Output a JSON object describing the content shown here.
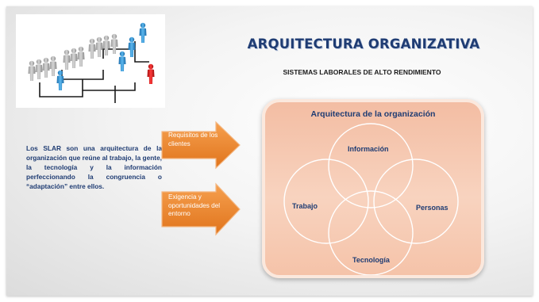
{
  "title": "ARQUITECTURA ORGANIZATIVA",
  "subtitle": "SISTEMAS LABORALES DE ALTO RENDIMIENTO",
  "description": "Los SLAR son una arquitectura de la organización que reúne al trabajo, la gente, la tecnología y la información perfeccionando la congruencia o “adaptación” entre ellos.",
  "arrows": [
    {
      "label": "Requisitos de los clientes"
    },
    {
      "label": "Exigencia y oportunidades del entorno"
    }
  ],
  "panel": {
    "title": "Arquitectura de la organización",
    "circles": [
      "Información",
      "Trabajo",
      "Personas",
      "Tecnología"
    ]
  },
  "colors": {
    "title": "#1f3c73",
    "arrow": "#f08a2c",
    "panel": "#f6c6ad",
    "accent_figure": "#e01e1e",
    "blue_figure": "#2a8fd0"
  },
  "icons": {
    "hero": "org-chart-people-illustration"
  }
}
